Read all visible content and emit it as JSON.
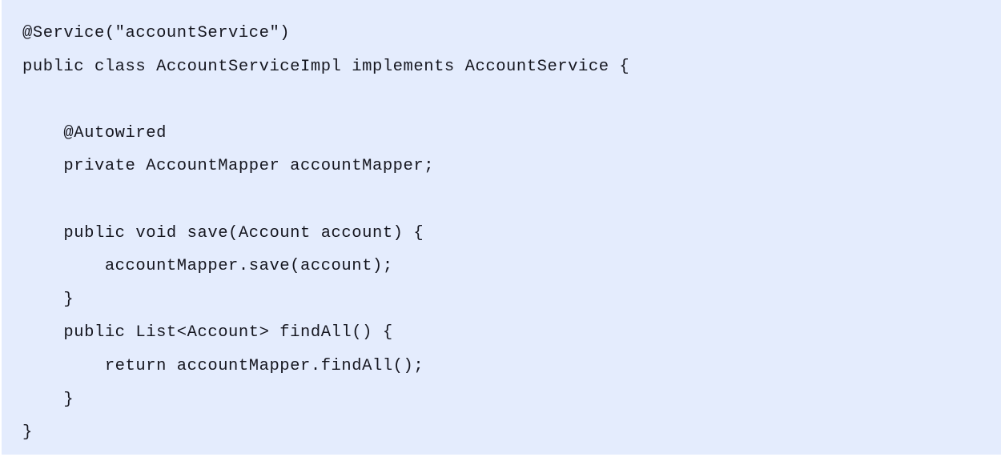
{
  "figure": {
    "kind": "code-snippet",
    "language": "java",
    "background_color": "#e4ecfd",
    "text_color": "#15161f",
    "page_background_color": "#ffffff"
  },
  "code": {
    "lines": [
      {
        "text": "@Service(\"accountService\")",
        "blank": false
      },
      {
        "text": "public class AccountServiceImpl implements AccountService {",
        "blank": false
      },
      {
        "text": "",
        "blank": true
      },
      {
        "text": "    @Autowired",
        "blank": false
      },
      {
        "text": "    private AccountMapper accountMapper;",
        "blank": false
      },
      {
        "text": "",
        "blank": true
      },
      {
        "text": "    public void save(Account account) {",
        "blank": false
      },
      {
        "text": "        accountMapper.save(account);",
        "blank": false
      },
      {
        "text": "    }",
        "blank": false
      },
      {
        "text": "    public List<Account> findAll() {",
        "blank": false
      },
      {
        "text": "        return accountMapper.findAll();",
        "blank": false
      },
      {
        "text": "    }",
        "blank": false
      },
      {
        "text": "}",
        "blank": false
      }
    ]
  }
}
